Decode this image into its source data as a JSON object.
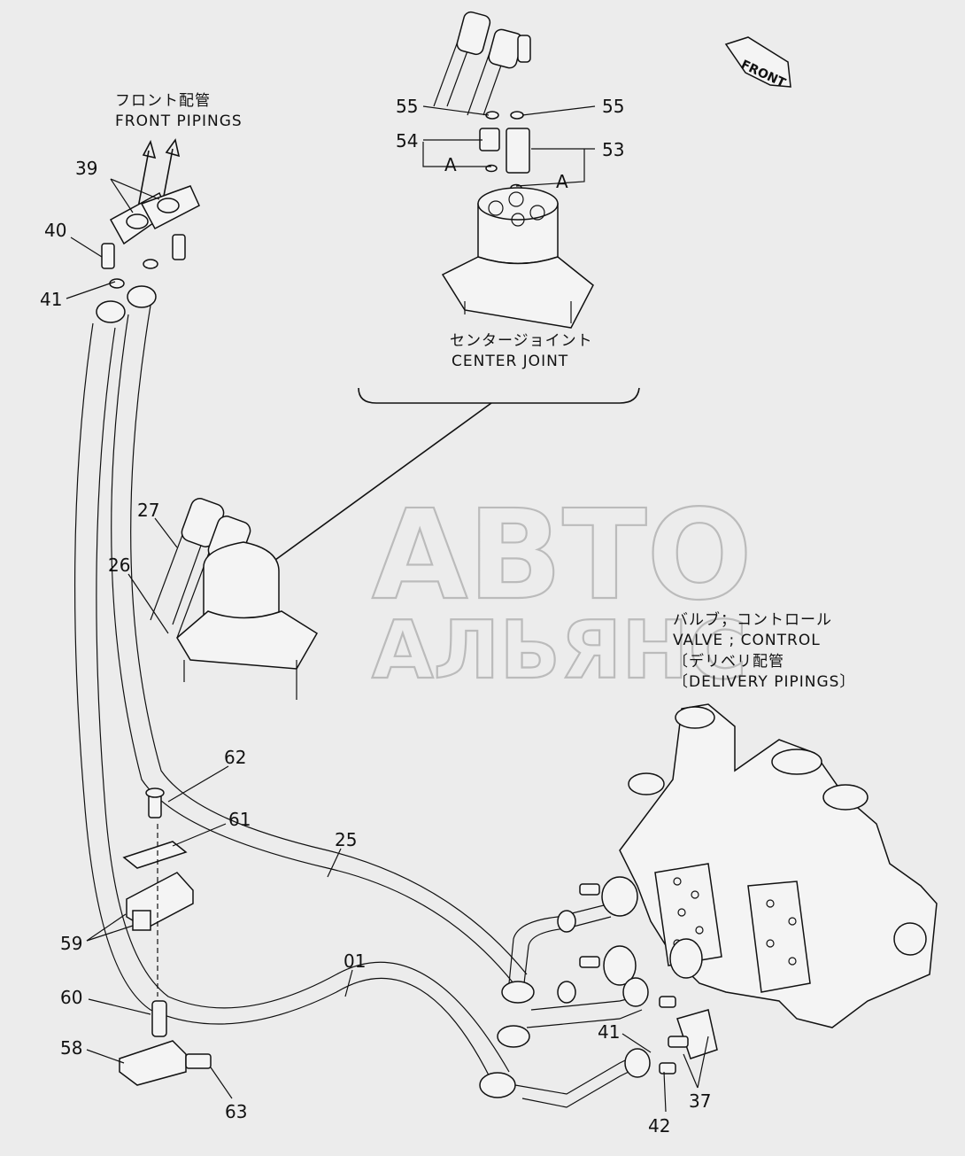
{
  "colors": {
    "background": "#ececec",
    "ink": "#111111",
    "watermark": "#bbbbbb"
  },
  "labels": {
    "front_pipings_jp": "フロント配管",
    "front_pipings_en": "FRONT PIPINGS",
    "center_joint_jp": "センタージョイント",
    "center_joint_en": "CENTER JOINT",
    "valve_control_jp": "バルブ；コントロール",
    "valve_control_en": "VALVE ; CONTROL",
    "delivery_jp": "〔デリベリ配管",
    "delivery_en": "〔DELIVERY PIPINGS〕",
    "front_arrow": "FRONT",
    "detail_a_left": "A",
    "detail_a_right": "A"
  },
  "watermark": {
    "line1": "АВТО",
    "line2": "АЛЬЯНС"
  },
  "parts": {
    "p01": "01",
    "p25": "25",
    "p26": "26",
    "p27": "27",
    "p37": "37",
    "p39": "39",
    "p40": "40",
    "p41a": "41",
    "p41b": "41",
    "p42": "42",
    "p53": "53",
    "p54": "54",
    "p55a": "55",
    "p55b": "55",
    "p58": "58",
    "p59": "59",
    "p60": "60",
    "p61": "61",
    "p62": "62",
    "p63": "63"
  }
}
